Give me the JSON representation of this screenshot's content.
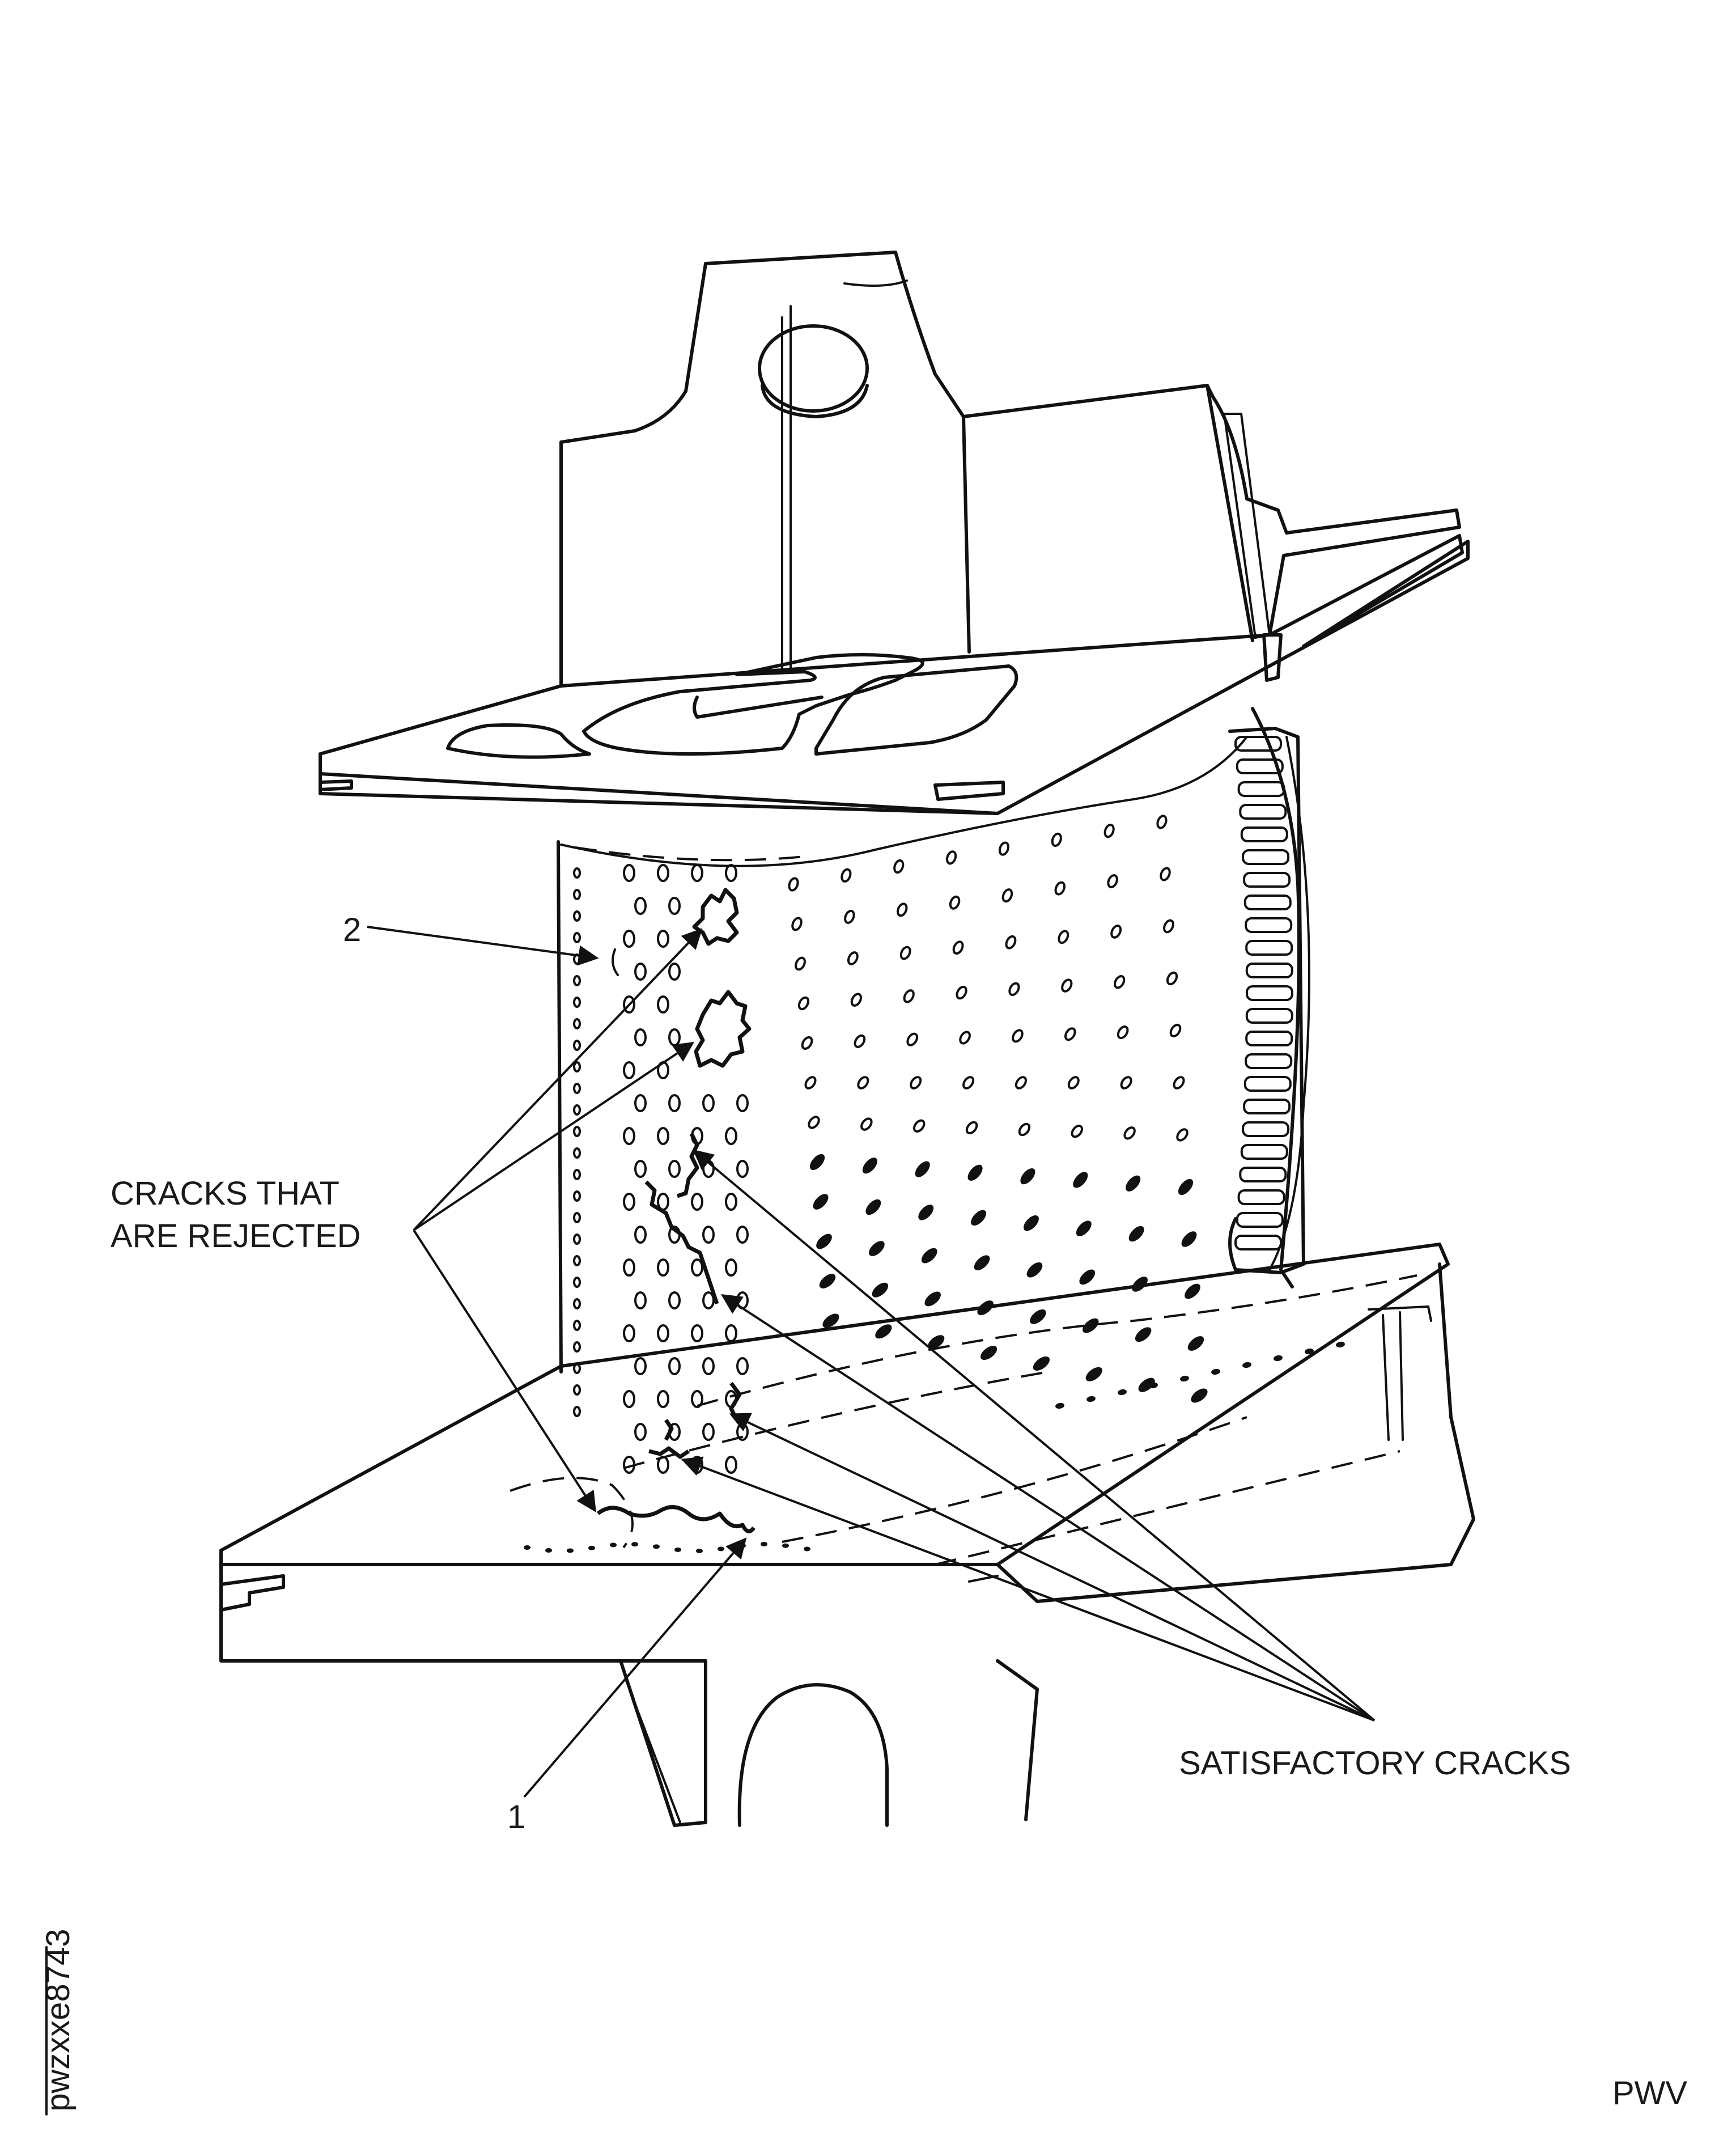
{
  "figure": {
    "callouts": {
      "item_1": "1",
      "item_2": "2"
    },
    "labels": {
      "rejected_line1": "CRACKS THAT",
      "rejected_line2": "ARE REJECTED",
      "satisfactory": "SATISFACTORY CRACKS"
    },
    "figure_id": "pwzxxe8743",
    "publisher_mark": "PWV"
  }
}
